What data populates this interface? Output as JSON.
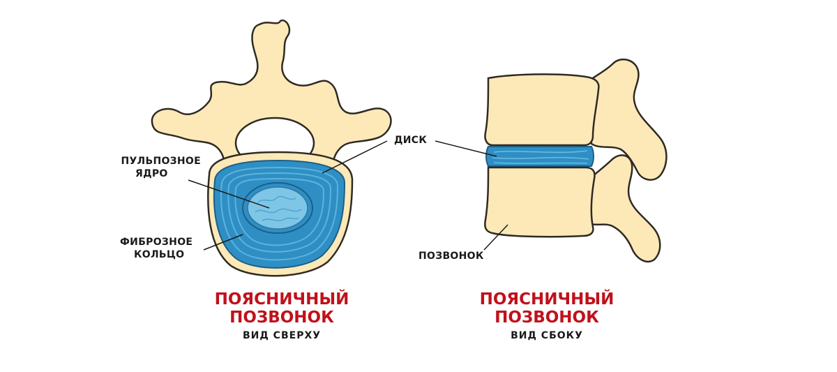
{
  "colors": {
    "bone": "#fde9b8",
    "bone_outline": "#2f2a22",
    "disc": "#2f8fc4",
    "disc_light": "#66bde3",
    "title_red": "#c0111b"
  },
  "left": {
    "label_nucleus_1": "ПУЛЬПОЗНОЕ",
    "label_nucleus_2": "ЯДРО",
    "label_annulus_1": "ФИБРОЗНОЕ",
    "label_annulus_2": "КОЛЬЦО",
    "title_1": "ПОЯСНИЧНЫЙ",
    "title_2": "ПОЗВОНОК",
    "subtitle": "ВИД СВЕРХУ"
  },
  "right": {
    "label_disc": "ДИСК",
    "label_vertebra": "ПОЗВОНОК",
    "title_1": "ПОЯСНИЧНЫЙ",
    "title_2": "ПОЗВОНОК",
    "subtitle": "ВИД СБОКУ"
  }
}
